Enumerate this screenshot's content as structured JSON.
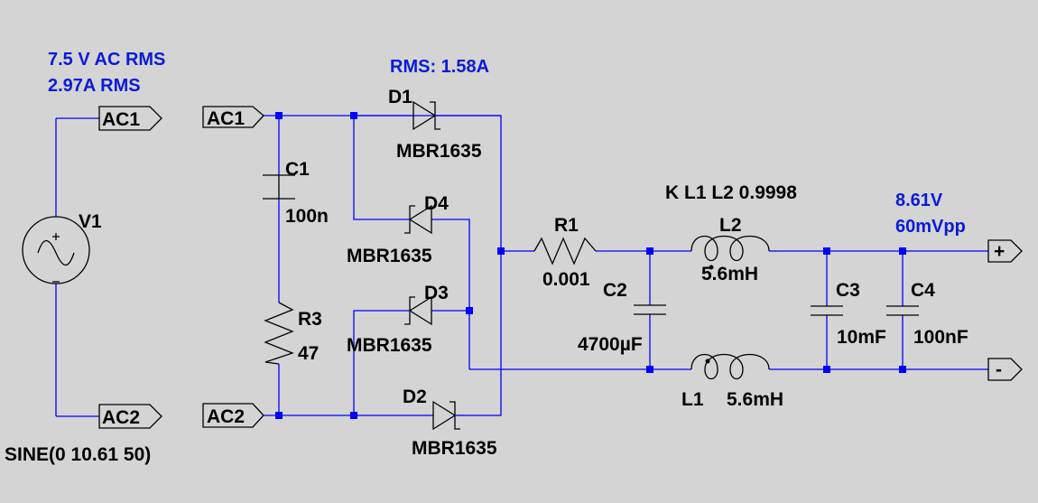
{
  "annotations": {
    "source_voltage": "7.5 V AC RMS",
    "source_current": "2.97A RMS",
    "diode_current": "RMS: 1.58A",
    "output_voltage": "8.61V",
    "output_ripple": "60mVpp"
  },
  "nets": {
    "ac1_left": "AC1",
    "ac1_right": "AC1",
    "ac2_left": "AC2",
    "ac2_right": "AC2",
    "plus": "+",
    "minus": "-"
  },
  "components": {
    "V1": {
      "name": "V1",
      "value": "SINE(0 10.61 50)"
    },
    "C1": {
      "name": "C1",
      "value": "100n"
    },
    "R3": {
      "name": "R3",
      "value": "47"
    },
    "D1": {
      "name": "D1",
      "value": "MBR1635"
    },
    "D2": {
      "name": "D2",
      "value": "MBR1635"
    },
    "D3": {
      "name": "D3",
      "value": "MBR1635"
    },
    "D4": {
      "name": "D4",
      "value": "MBR1635"
    },
    "R1": {
      "name": "R1",
      "value": "0.001"
    },
    "C2": {
      "name": "C2",
      "value": "4700µF"
    },
    "L1": {
      "name": "L1",
      "value": "5.6mH"
    },
    "L2": {
      "name": "L2",
      "value": "5.6mH"
    },
    "C3": {
      "name": "C3",
      "value": "10mF"
    },
    "C4": {
      "name": "C4",
      "value": "100nF"
    }
  },
  "coupling": "K L1 L2 0.9998",
  "colors": {
    "background": "#d4d4d4",
    "wire": "#0000ff",
    "annotation": "#0a1bd6",
    "component": "#000000"
  }
}
